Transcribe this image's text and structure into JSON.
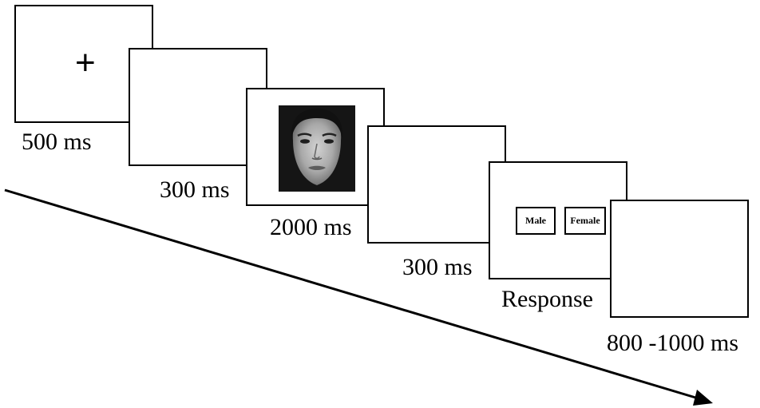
{
  "screens": [
    {
      "id": "fixation",
      "symbol": "+",
      "duration": "500 ms"
    },
    {
      "id": "blank-1",
      "duration": "300 ms"
    },
    {
      "id": "face",
      "stimulus": "face-photo",
      "duration": "2000 ms"
    },
    {
      "id": "blank-2",
      "duration": "300 ms"
    },
    {
      "id": "response",
      "buttons": {
        "male": "Male",
        "female": "Female"
      },
      "duration": "Response"
    },
    {
      "id": "iti",
      "duration": "800 -1000 ms"
    }
  ],
  "colors": {
    "frame_border": "#000000",
    "background": "#ffffff",
    "face_backdrop": "#151515"
  }
}
